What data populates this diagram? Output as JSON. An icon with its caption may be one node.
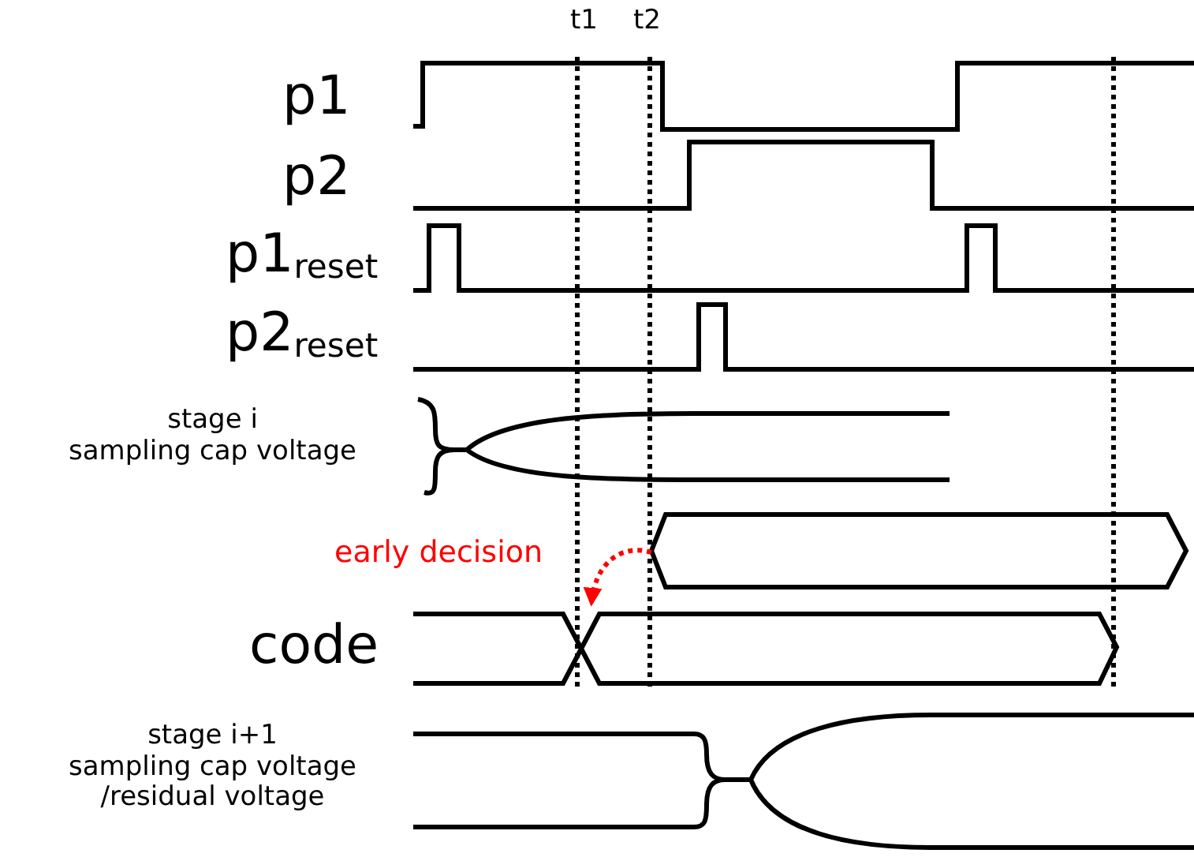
{
  "diagram": {
    "nodes": [
      {
        "text": [],
        "shape": "box"
      },
      {
        "text": [],
        "shape": "picture",
        "beside": [
          "code"
        ]
      }
    ],
    "edges": [
      {
        "from": 0,
        "to": 1,
        "arrow": "to",
        "label": "early decision",
        "style": "dashed",
        "color": "#ff0000"
      }
    ],
    "labels": [
      "t1",
      "t2",
      "p1",
      "p2",
      "p1$_{reset}$",
      "p2$_{reset}$",
      "stage i sampling cap voltage",
      "stage i+1 sampling cap voltage /residual voltage"
    ]
  }
}
